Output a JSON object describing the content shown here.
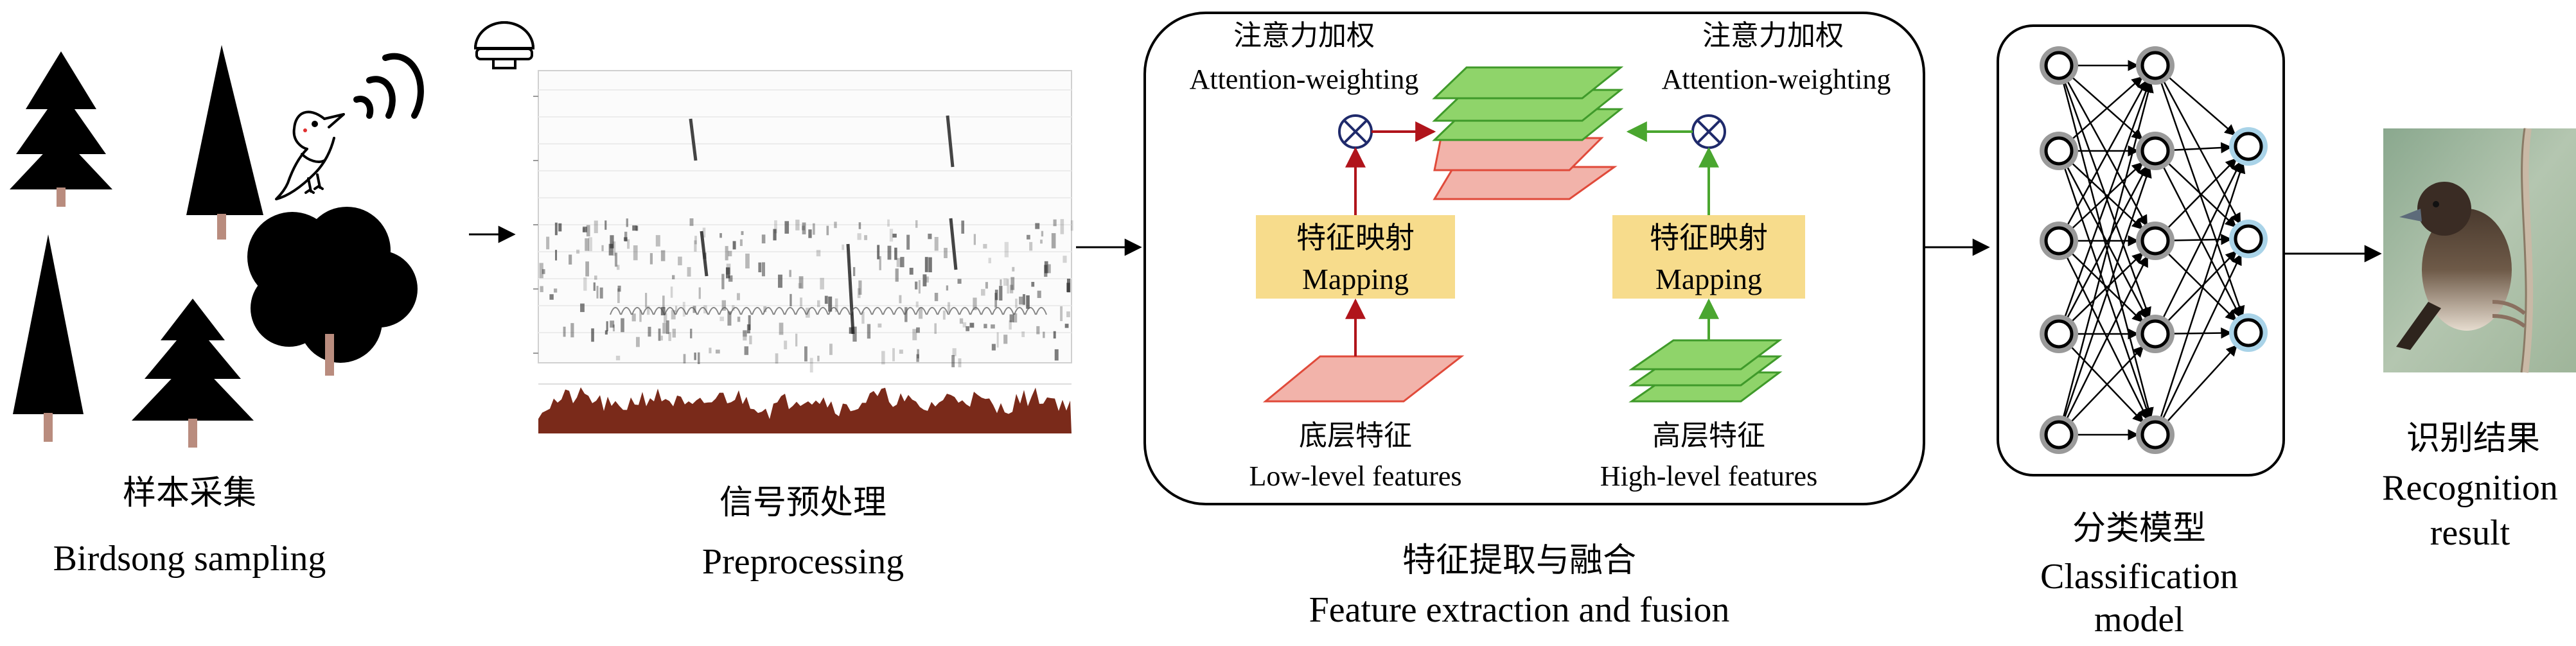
{
  "colors": {
    "red": "#b0141b",
    "red_fill": "#f2b3aa",
    "green": "#4aa62f",
    "green_fill": "#8fd46a",
    "mapping_fill": "#f7dc8c",
    "navy": "#1f2a6b",
    "spectrum": "#7a2a1a",
    "neuron_gray": "#9a9a9a",
    "neuron_blue": "#a9d3e8"
  },
  "icons": [
    "tree-icon",
    "bird-icon",
    "sound-wave-icon",
    "microphone-icon",
    "neuron-icon",
    "bird-photo"
  ],
  "stages": {
    "sampling": {
      "cn": "样本采集",
      "en": "Birdsong sampling"
    },
    "preprocessing": {
      "cn": "信号预处理",
      "en": "Preprocessing"
    },
    "feature": {
      "cn": "特征提取与融合",
      "en": "Feature extraction and fusion",
      "attention_left": {
        "cn": "注意力加权",
        "en": "Attention-weighting"
      },
      "attention_right": {
        "cn": "注意力加权",
        "en": "Attention-weighting"
      },
      "mapping_left": {
        "cn": "特征映射",
        "en": "Mapping"
      },
      "mapping_right": {
        "cn": "特征映射",
        "en": "Mapping"
      },
      "low": {
        "cn": "底层特征",
        "en": "Low-level features"
      },
      "high": {
        "cn": "高层特征",
        "en": "High-level features"
      }
    },
    "classification": {
      "cn": "分类模型",
      "en1": "Classification",
      "en2": "model"
    },
    "result": {
      "cn": "识别结果",
      "en1": "Recognition",
      "en2": "result"
    }
  }
}
